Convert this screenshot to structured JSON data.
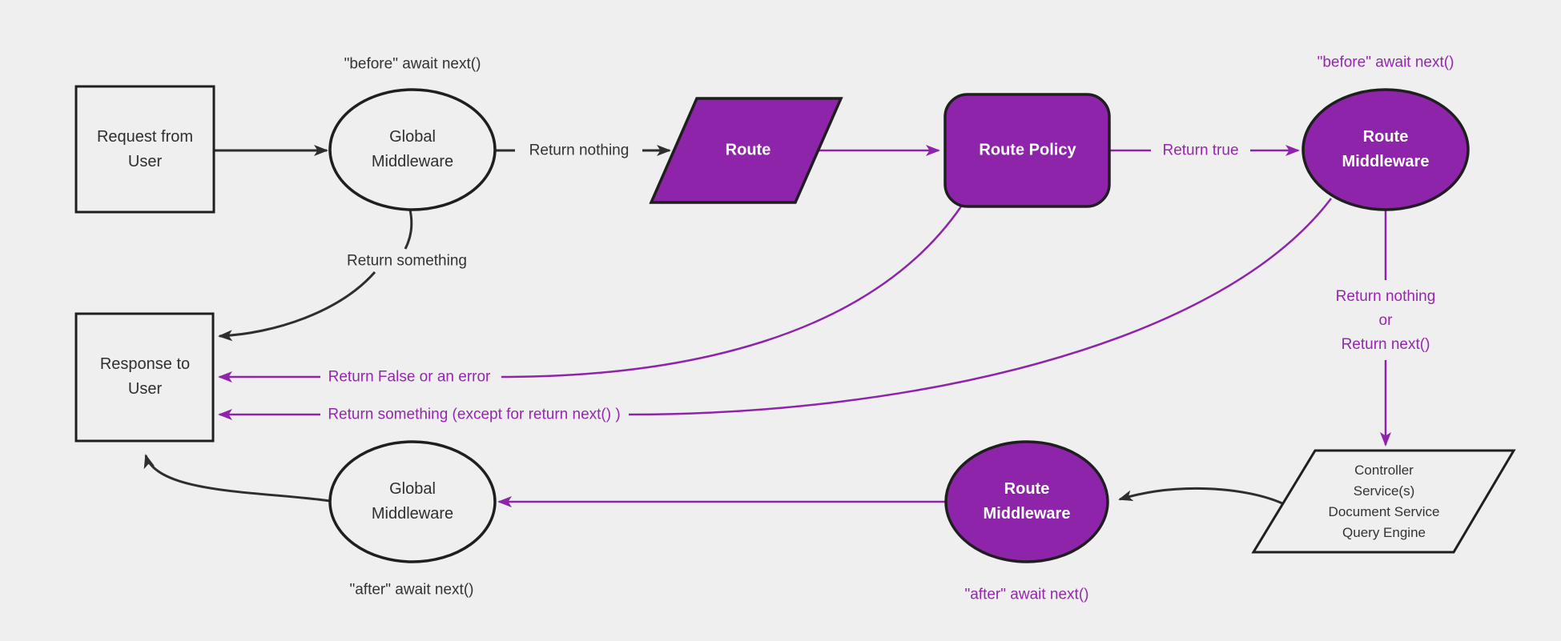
{
  "diagram": {
    "type": "flowchart",
    "background_color": "#efefef",
    "colors": {
      "purple_fill": "#8e24aa",
      "purple_line": "#8e24aa",
      "purple_text": "#9427ae",
      "shape_border": "#1f1f1f",
      "edge_black": "#2e2e2e",
      "text_dark": "#333333",
      "node_text_on_purple": "#ffffff",
      "light_fill": "#efefef"
    },
    "nodes": {
      "request": {
        "label": "Request from\nUser",
        "shape": "rectangle"
      },
      "global_middleware_top": {
        "label": "Global\nMiddleware",
        "shape": "ellipse"
      },
      "route": {
        "label": "Route",
        "shape": "parallelogram"
      },
      "route_policy": {
        "label": "Route Policy",
        "shape": "rounded-rectangle"
      },
      "route_middleware_top": {
        "label": "Route\nMiddleware",
        "shape": "ellipse"
      },
      "controller": {
        "label": "Controller\nService(s)\nDocument Service\nQuery Engine",
        "shape": "parallelogram"
      },
      "route_middleware_bottom": {
        "label": "Route\nMiddleware",
        "shape": "ellipse"
      },
      "global_middleware_bottom": {
        "label": "Global\nMiddleware",
        "shape": "ellipse"
      },
      "response": {
        "label": "Response to\nUser",
        "shape": "rectangle"
      }
    },
    "edge_labels": {
      "before_global": "\"before\" await next()",
      "return_nothing": "Return nothing",
      "return_true": "Return true",
      "before_route": "\"before\" await next()",
      "return_something": "Return something",
      "return_false_or_error": "Return False or an error",
      "return_something_except": "Return something (except for return next() )",
      "return_nothing_or_next": "Return nothing\nor\nReturn next()",
      "after_route": "\"after\" await next()",
      "after_global": "\"after\" await next()"
    }
  }
}
